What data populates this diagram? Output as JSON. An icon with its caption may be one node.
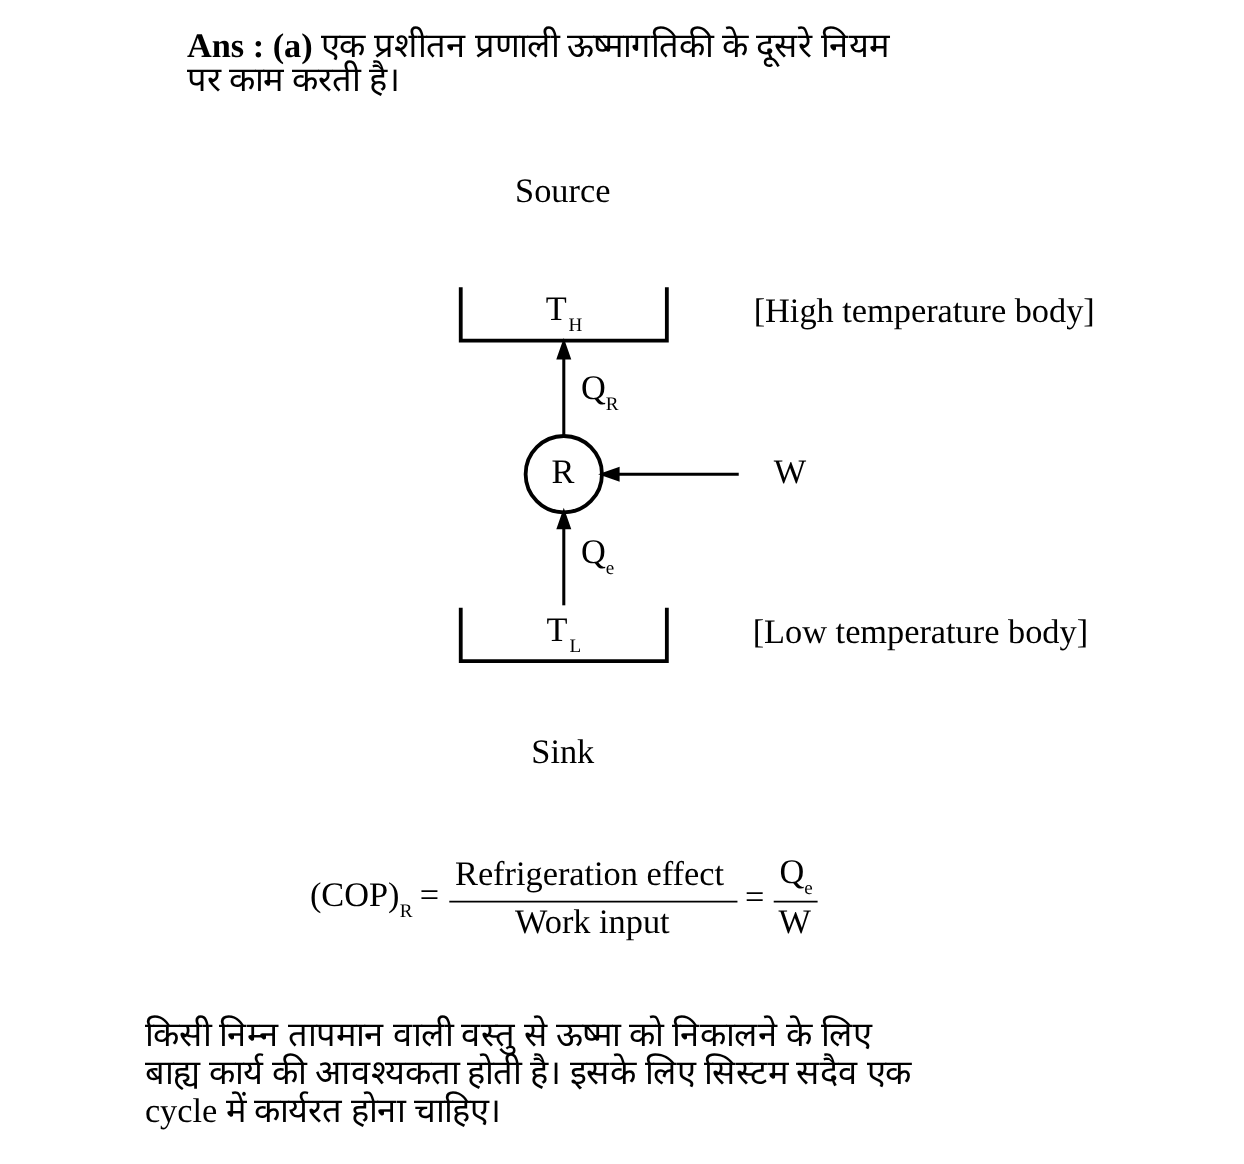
{
  "diagram": {
    "nodes": [
      {
        "text": [
          "T$_{H}$"
        ],
        "beside": [
          "Source",
          "[High temperature body]"
        ]
      },
      {
        "text": [
          "R"
        ]
      },
      {
        "text": [
          "W"
        ]
      },
      {
        "text": [
          "T$_{L}$"
        ],
        "beside": [
          "[Low temperature body]",
          "Sink"
        ]
      }
    ],
    "edges": [
      {
        "from": 1,
        "to": 0,
        "arrow": "to",
        "label": "Q$_{R}$"
      },
      {
        "from": 2,
        "to": 1,
        "arrow": "to"
      },
      {
        "from": 3,
        "to": 1,
        "arrow": "to",
        "label": "Q$_{e}$"
      }
    ],
    "labels": [
      "**Ans : (a)** एक प्रशीतन प्रणाली ऊष्मागतिकी के दूसरे नियम पर काम करती है।",
      "(COP)$_{R}$ =",
      "Refrigeration effect",
      "Work input",
      "=",
      "Q$_{e}$",
      "W",
      "किसी निम्न तापमान वाली वस्तु से ऊष्मा को निकालने के लिए बाह्य कार्य की आवश्यकता होती है। इसके लिए सिस्टम सदैव एक cycle में कार्यरत होना चाहिए।"
    ]
  }
}
